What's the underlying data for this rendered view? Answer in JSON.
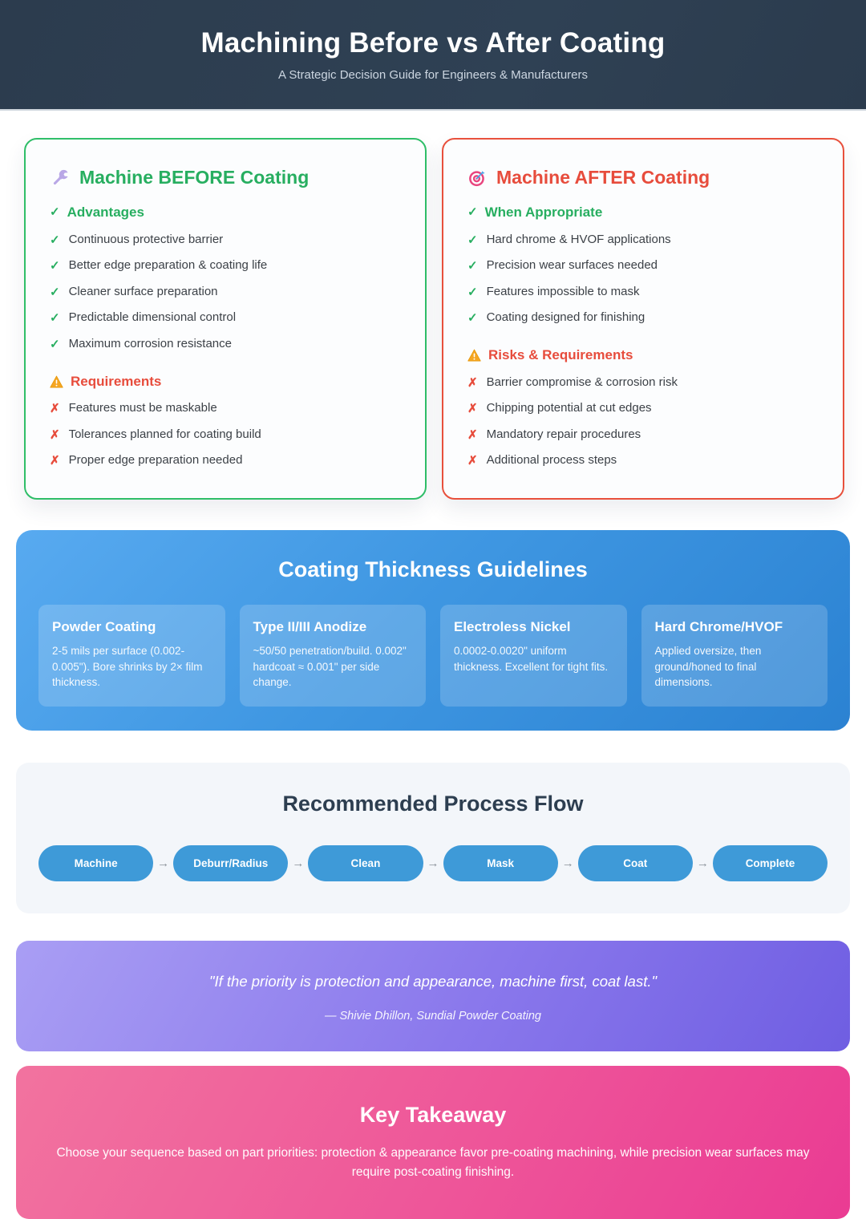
{
  "header": {
    "title": "Machining Before vs After Coating",
    "subtitle": "A Strategic Decision Guide for Engineers & Manufacturers"
  },
  "icons": {
    "check": "✓",
    "cross": "✗",
    "arrow": "→"
  },
  "before_card": {
    "title": "Machine BEFORE Coating",
    "advantages_title": "Advantages",
    "advantages": [
      "Continuous protective barrier",
      "Better edge preparation & coating life",
      "Cleaner surface preparation",
      "Predictable dimensional control",
      "Maximum corrosion resistance"
    ],
    "requirements_title": "Requirements",
    "requirements": [
      "Features must be maskable",
      "Tolerances planned for coating build",
      "Proper edge preparation needed"
    ]
  },
  "after_card": {
    "title": "Machine AFTER Coating",
    "appropriate_title": "When Appropriate",
    "appropriate": [
      "Hard chrome & HVOF applications",
      "Precision wear surfaces needed",
      "Features impossible to mask",
      "Coating designed for finishing"
    ],
    "risks_title": "Risks & Requirements",
    "risks": [
      "Barrier compromise & corrosion risk",
      "Chipping potential at cut edges",
      "Mandatory repair procedures",
      "Additional process steps"
    ]
  },
  "thickness": {
    "title": "Coating Thickness Guidelines",
    "cards": [
      {
        "title": "Powder Coating",
        "body": "2-5 mils per surface (0.002-0.005\"). Bore shrinks by 2× film thickness."
      },
      {
        "title": "Type II/III Anodize",
        "body": "~50/50 penetration/build. 0.002\" hardcoat ≈ 0.001\" per side change."
      },
      {
        "title": "Electroless Nickel",
        "body": "0.0002-0.0020\" uniform thickness. Excellent for tight fits."
      },
      {
        "title": "Hard Chrome/HVOF",
        "body": "Applied oversize, then ground/honed to final dimensions."
      }
    ]
  },
  "process_flow": {
    "title": "Recommended Process Flow",
    "steps": [
      "Machine",
      "Deburr/Radius",
      "Clean",
      "Mask",
      "Coat",
      "Complete"
    ]
  },
  "quote": {
    "text": "\"If the priority is protection and appearance, machine first, coat last.\"",
    "attribution": "— Shivie Dhillon, Sundial Powder Coating"
  },
  "takeaway": {
    "title": "Key Takeaway",
    "body": "Choose your sequence based on part priorities: protection & appearance favor pre-coating machining, while precision wear surfaces may require post-coating finishing."
  },
  "colors": {
    "header_bg": "#2e3f51",
    "green_accent": "#27ae60",
    "green_border": "#2fbe68",
    "red_accent": "#e74c3c",
    "red_border": "#e8503c",
    "blue_band_start": "#58aaf0",
    "blue_band_end": "#2b82d2",
    "pill_blue": "#3e9ad8",
    "flow_bg": "#f3f6fa",
    "purple_start": "#a99ef4",
    "purple_end": "#6f5ee2",
    "pink_start": "#f2739f",
    "pink_end": "#ea3b93",
    "warning_orange": "#f5a623"
  }
}
